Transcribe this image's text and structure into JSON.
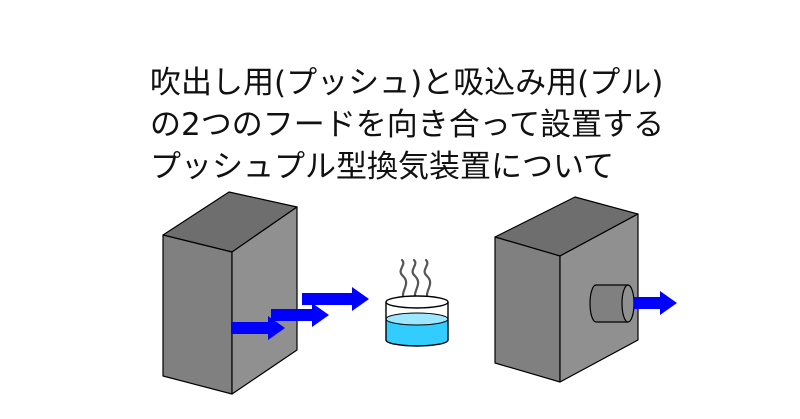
{
  "title": {
    "lines": [
      "吹出し用(プッシュ)と吸込み用(プル)",
      "の2つのフードを向き合って設置する",
      "プッシュプル型換気装置について"
    ]
  },
  "colors": {
    "box_front": "#808080",
    "box_side": "#909090",
    "box_top": "#6e6e6e",
    "outline": "#000000",
    "arrow": "#0000ff",
    "liquid": "#33ccff",
    "liquid_top": "#9ee8ff",
    "vapor": "#555555",
    "background": "#ffffff"
  },
  "icons": {
    "push_hood": "push-hood-box",
    "pull_hood": "pull-hood-box",
    "source": "steaming-container-icon",
    "airflow": "airflow-arrow-icon"
  }
}
